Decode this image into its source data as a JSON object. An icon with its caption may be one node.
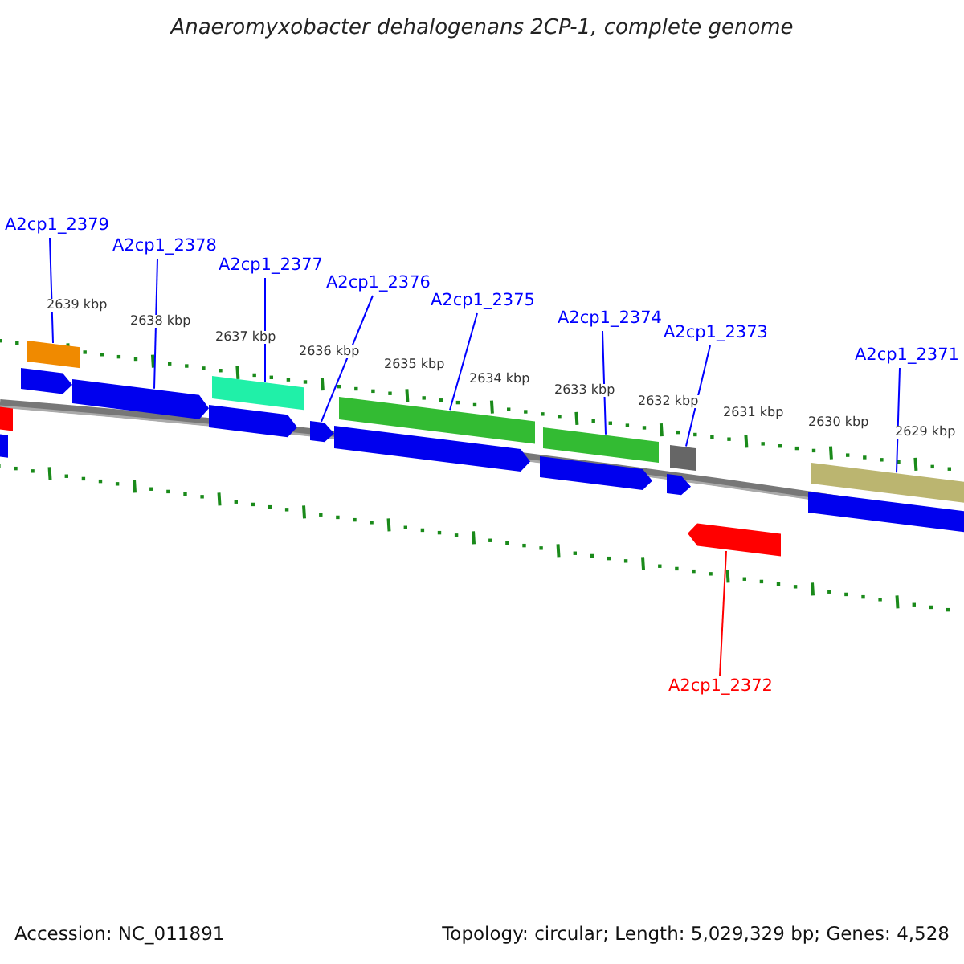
{
  "diagram": {
    "title": "Anaeromyxobacter dehalogenans 2CP-1, complete genome",
    "nodes": [
      {
        "text": [
          "A2cp1_2379"
        ]
      },
      {
        "text": [
          "A2cp1_2378"
        ]
      },
      {
        "text": [
          "A2cp1_2377"
        ]
      },
      {
        "text": [
          "A2cp1_2376"
        ]
      },
      {
        "text": [
          "A2cp1_2375"
        ]
      },
      {
        "text": [
          "A2cp1_2374"
        ]
      },
      {
        "text": [
          "A2cp1_2373"
        ]
      },
      {
        "text": [
          "A2cp1_2371"
        ]
      },
      {
        "text": [
          "A2cp1_2372"
        ]
      },
      {
        "text": [],
        "shape": "bar"
      },
      {
        "text": [],
        "shape": "bar"
      },
      {
        "text": [],
        "shape": "bar"
      },
      {
        "text": [],
        "shape": "bar"
      },
      {
        "text": [],
        "shape": "bar"
      },
      {
        "text": [],
        "shape": "bar"
      },
      {
        "text": [],
        "shape": "bar"
      },
      {
        "text": [],
        "shape": "bar"
      },
      {
        "text": [],
        "shape": "bar"
      },
      {
        "text": [],
        "shape": "bar"
      },
      {
        "text": [],
        "shape": "bar"
      },
      {
        "text": [],
        "shape": "bar"
      },
      {
        "text": [],
        "shape": "bar"
      },
      {
        "text": [],
        "shape": "bar"
      },
      {
        "text": [],
        "shape": "bar"
      },
      {
        "text": [],
        "shape": "bar"
      },
      {
        "text": [],
        "shape": "bar"
      }
    ],
    "edges": [
      {
        "from": 0,
        "to": 12,
        "arrow": "none"
      },
      {
        "from": 1,
        "to": 13,
        "arrow": "none"
      },
      {
        "from": 2,
        "to": 15,
        "arrow": "none"
      },
      {
        "from": 3,
        "to": 16,
        "arrow": "none"
      },
      {
        "from": 4,
        "to": 18,
        "arrow": "none"
      },
      {
        "from": 5,
        "to": 20,
        "arrow": "none"
      },
      {
        "from": 6,
        "to": 22,
        "arrow": "none"
      },
      {
        "from": 7,
        "to": 25,
        "arrow": "none"
      },
      {
        "from": 8,
        "to": 23,
        "arrow": "none",
        "color": "#ff0000"
      }
    ],
    "labels": [
      "2639 kbp",
      "2638 kbp",
      "2637 kbp",
      "2636 kbp",
      "2635 kbp",
      "2634 kbp",
      "2633 kbp",
      "2632 kbp",
      "2631 kbp",
      "2630 kbp",
      "2629 kbp",
      "Accession: NC_011891",
      "Topology: circular; Length: 5,029,329 bp; Genes: 4,528"
    ]
  }
}
